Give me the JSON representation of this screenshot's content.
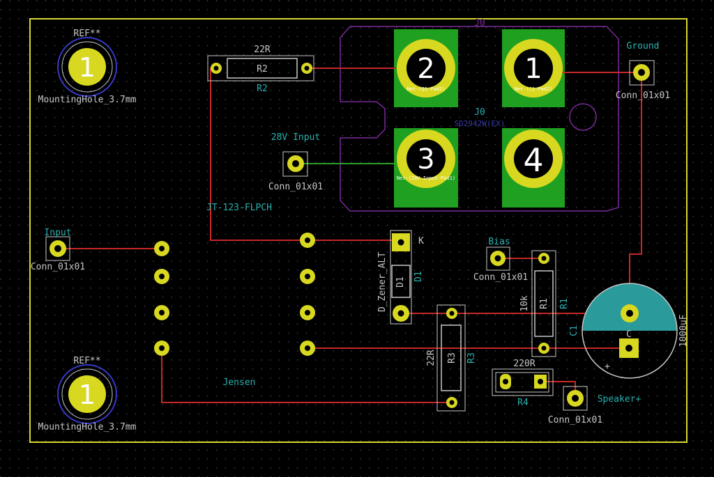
{
  "colors": {
    "background": "#000000",
    "board_edge": "#d8d830",
    "copper_track_red": "#c82828",
    "copper_track_green": "#28a028",
    "pad": "#d8d820",
    "pad_outline": "#c8c8c8",
    "fab_text": "#2ab0b0",
    "silk_text": "#c8c8c8",
    "courtyard": "#7a2a9a",
    "copper_fill_green": "#20a020",
    "cap_fill": "#2a9a9a"
  },
  "board": {
    "mh1": {
      "ref": "REF**",
      "value": "MountingHole_3.7mm",
      "pad": "1"
    },
    "mh2": {
      "ref": "REF**",
      "value": "MountingHole_3.7mm",
      "pad": "1"
    },
    "r2": {
      "value": "22R",
      "ref": "R2",
      "body": "R2"
    },
    "j_ground": {
      "label": "Ground",
      "value": "Conn_01x01",
      "hidden": "Ground"
    },
    "j_28v": {
      "label": "28V Input",
      "value": "Conn_01x01",
      "hidden": "28V Input"
    },
    "j_input": {
      "label": "Input",
      "value": "Conn_01x01",
      "hidden": "Input"
    },
    "j_bias": {
      "label": "Bias",
      "value": "Conn_01x01",
      "hidden": "Bias"
    },
    "j_speaker": {
      "label": "Speaker+",
      "value": "Conn_01x01",
      "hidden": "Speaker+"
    },
    "transistor": {
      "ref": "J0",
      "value": "SD2942W(EX)",
      "pads": [
        "2",
        "1",
        "3",
        "4"
      ],
      "netnames": [
        "Net-(Q1-Pad2)",
        "Net-(C1-Pad2)",
        "Net-(28V Input-Pad1)",
        ""
      ]
    },
    "transformer": {
      "value": "JT-123-FLPCH",
      "ref": "Jensen"
    },
    "d1": {
      "value": "D_Zener_ALT",
      "ref": "D1",
      "body": "D1",
      "k": "K"
    },
    "r1": {
      "value": "10k",
      "ref": "R1",
      "body": "R1"
    },
    "r3": {
      "value": "22R",
      "ref": "R3",
      "body": "R3"
    },
    "r4": {
      "value": "220R",
      "ref": "R4"
    },
    "c1": {
      "ref": "C1",
      "value": "1000uF",
      "pin": "C",
      "plus": "+"
    }
  }
}
